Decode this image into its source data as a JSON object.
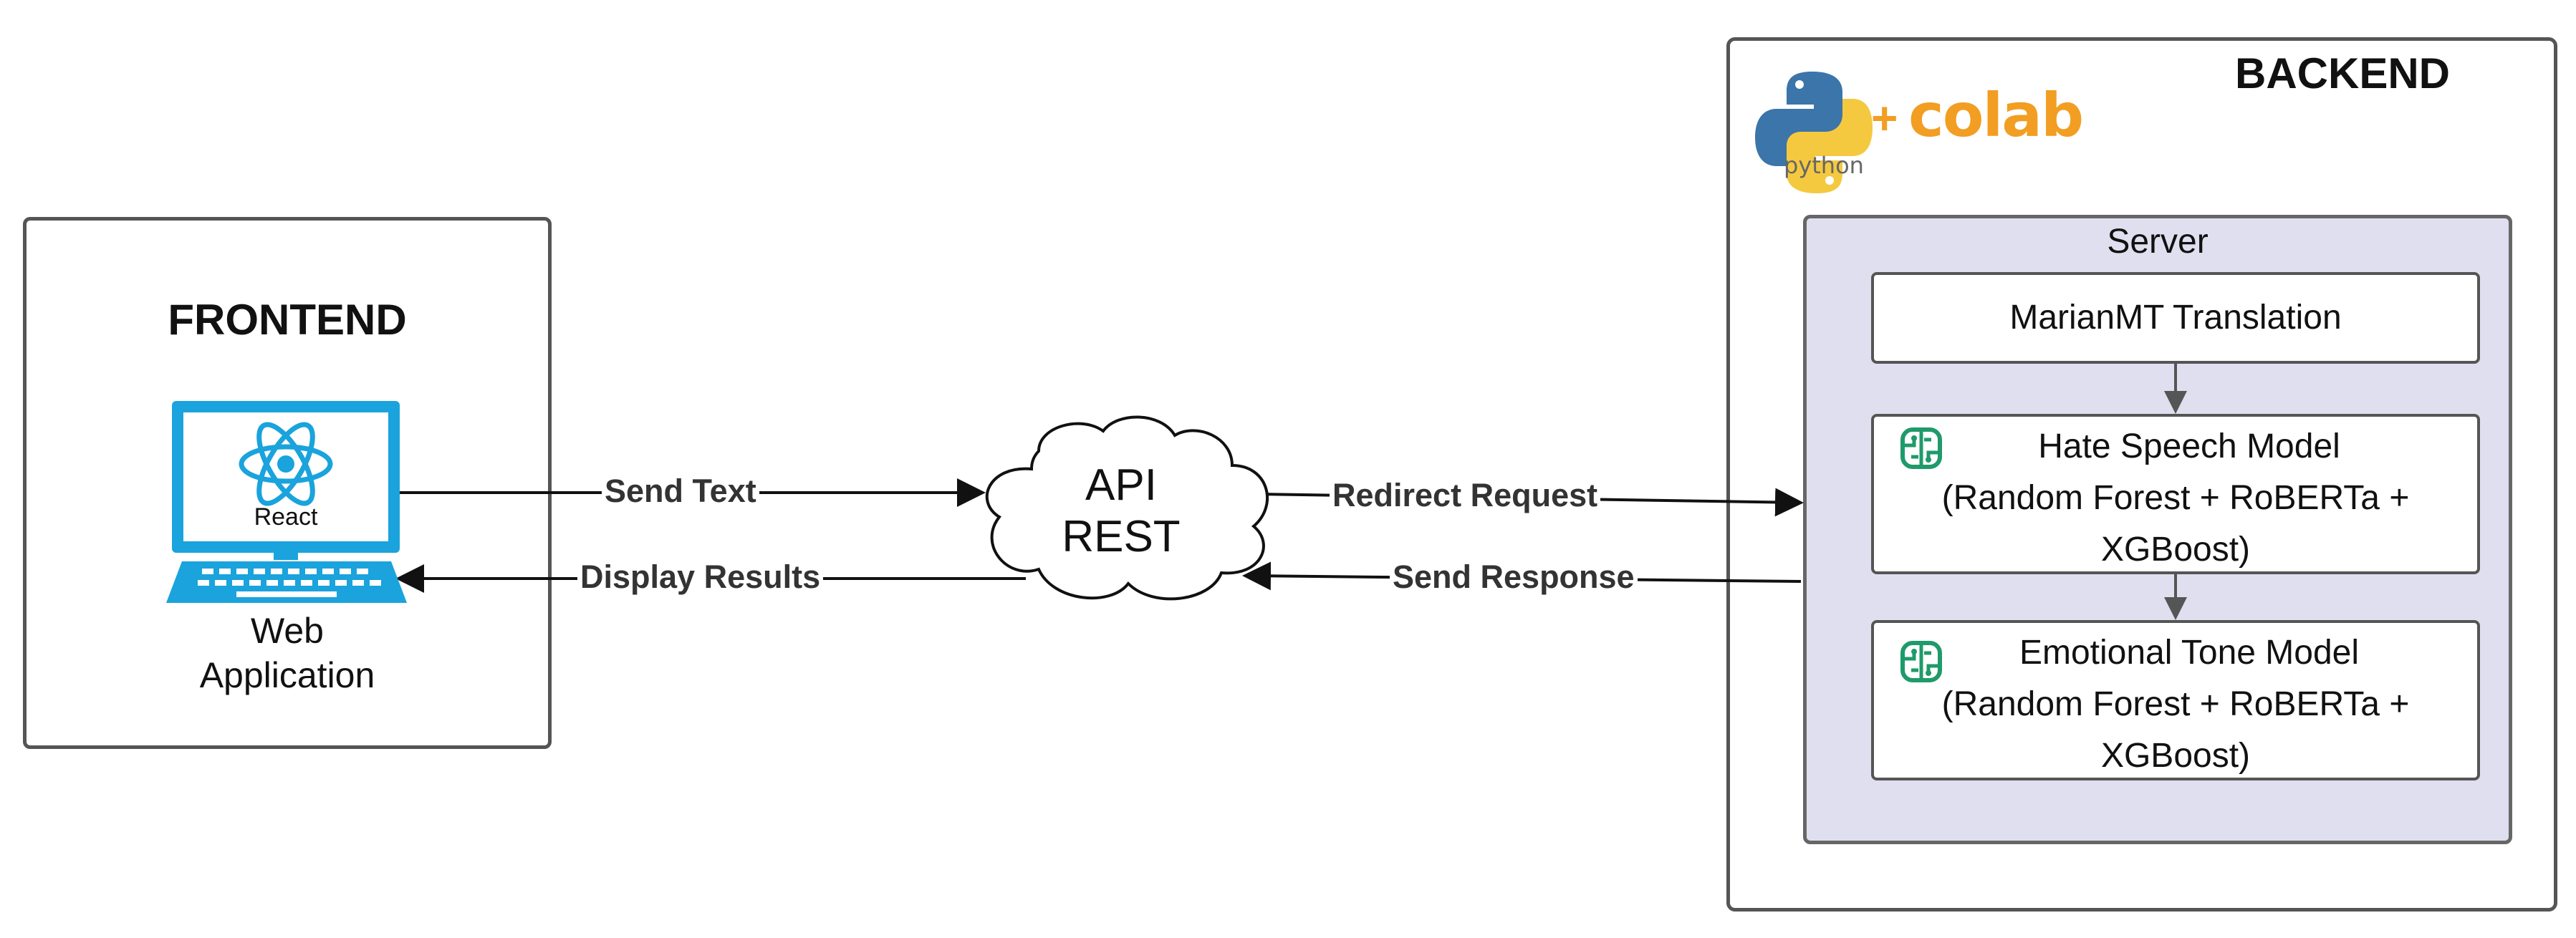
{
  "frontend": {
    "title": "FRONTEND",
    "react_label": "React",
    "app_line1": "Web",
    "app_line2": "Application"
  },
  "api": {
    "line1": "API",
    "line2": "REST"
  },
  "backend": {
    "title": "BACKEND",
    "python_label": "python",
    "plus": "+",
    "colab_label": "colab",
    "server": {
      "title": "Server",
      "translation": "MarianMT Translation",
      "hate_model": {
        "line1": "Hate Speech Model",
        "line2": "(Random Forest + RoBERTa +",
        "line3": "XGBoost)"
      },
      "emotion_model": {
        "line1": "Emotional Tone Model",
        "line2": "(Random Forest + RoBERTa +",
        "line3": "XGBoost)"
      }
    }
  },
  "arrows": {
    "send_text": "Send Text",
    "display_results": "Display Results",
    "redirect_request": "Redirect Request",
    "send_response": "Send Response"
  },
  "colors": {
    "react_blue": "#1aa3dc",
    "server_fill": "#e0dff0",
    "python_blue": "#3b75a9",
    "python_yellow": "#f5c93f",
    "colab_orange": "#f29e22",
    "brain_green": "#1f9a6a"
  },
  "icons": {
    "react": "react-logo-icon",
    "laptop": "laptop-icon",
    "cloud": "cloud-icon",
    "python": "python-logo-icon",
    "brain": "ai-brain-icon"
  }
}
